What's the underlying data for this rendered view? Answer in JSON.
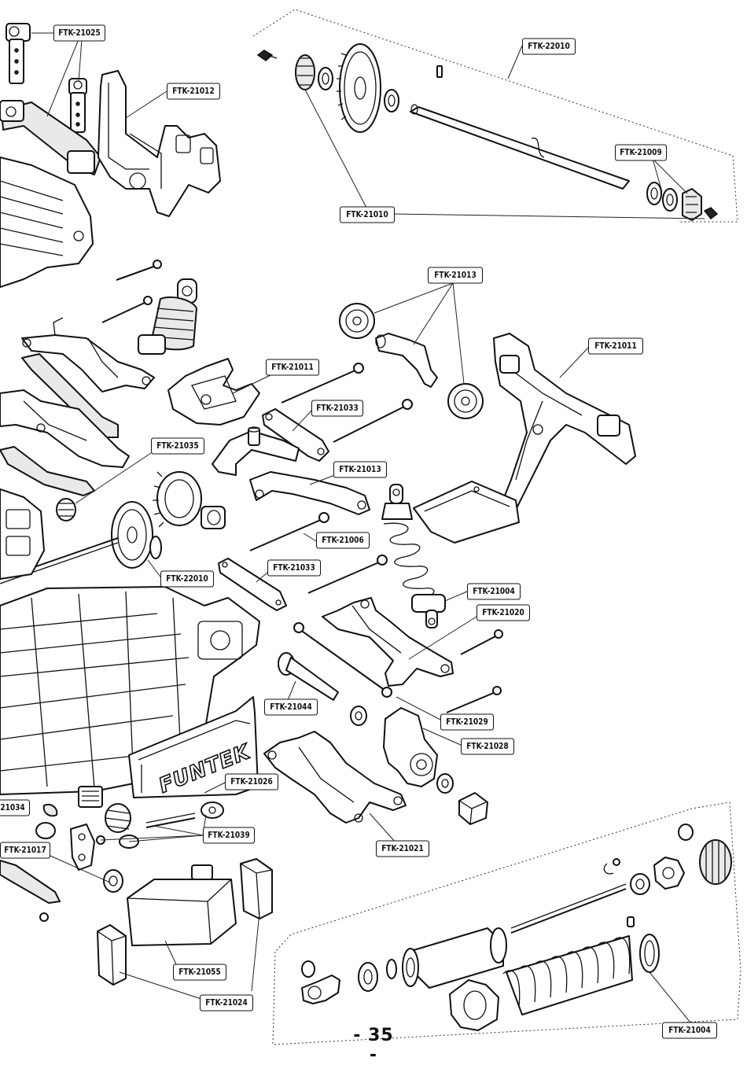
{
  "page": {
    "number": "- 35 -"
  },
  "labels": {
    "ftk21025": "FTK-21025",
    "ftk21012": "FTK-21012",
    "ftk22010_top": "FTK-22010",
    "ftk21009": "FTK-21009",
    "ftk21010": "FTK-21010",
    "ftk21013_top": "FTK-21013",
    "ftk21011_right": "FTK-21011",
    "ftk21011_mid": "FTK-21011",
    "ftk21033_upper": "FTK-21033",
    "ftk21035": "FTK-21035",
    "ftk21013_mid": "FTK-21013",
    "ftk21006": "FTK-21006",
    "ftk22010_mid": "FTK-22010",
    "ftk21033_lower": "FTK-21033",
    "ftk21004_mid": "FTK-21004",
    "ftk21020": "FTK-21020",
    "ftk21044": "FTK-21044",
    "ftk21029": "FTK-21029",
    "ftk21028": "FTK-21028",
    "ftk21026": "FTK-21026",
    "ftk21034": "21034",
    "ftk21039": "FTK-21039",
    "ftk21021": "FTK-21021",
    "ftk21017": "FTK-21017",
    "ftk21055": "FTK-21055",
    "ftk21024": "FTK-21024",
    "ftk21004_bottom": "FTK-21004"
  },
  "logo_text": "FUNTEK"
}
